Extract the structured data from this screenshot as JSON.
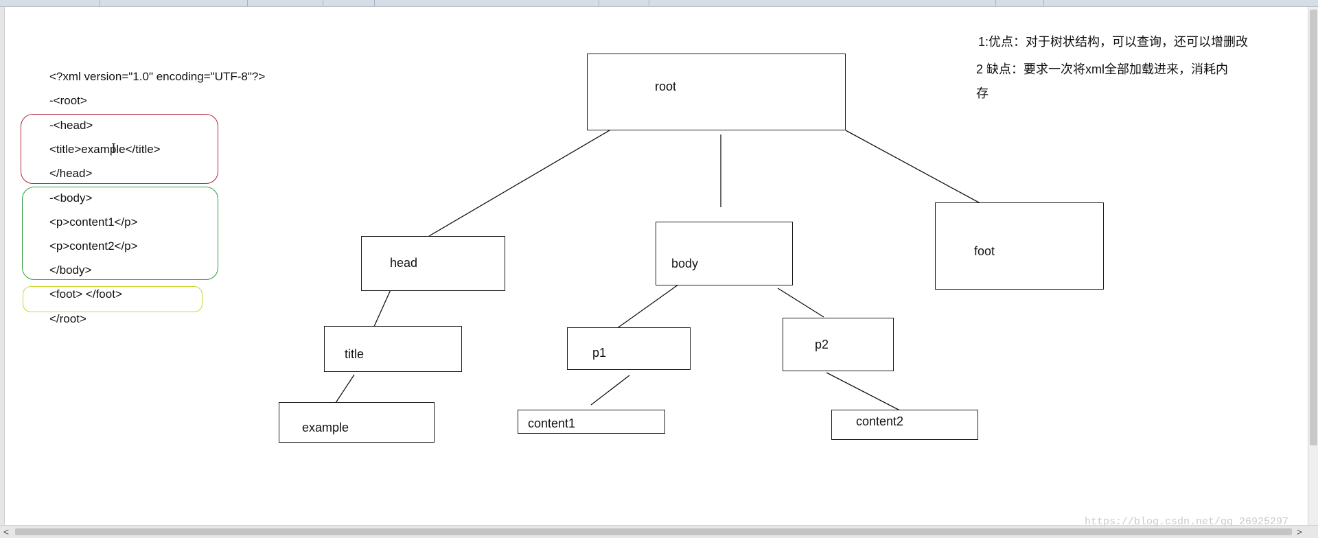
{
  "xml_code": {
    "lines": [
      "<?xml version=\"1.0\" encoding=\"UTF-8\"?>",
      "-<root>",
      "-<head>",
      "<title>example</title>",
      "</head>",
      "-<body>",
      "<p>content1</p>",
      "<p>content2</p>",
      "</body>",
      "<foot> </foot>",
      "</root>"
    ]
  },
  "groups": {
    "head_color": "#b22234",
    "body_color": "#2e9a3a",
    "foot_color": "#c8d630"
  },
  "tree": {
    "root": "root",
    "head": "head",
    "body": "body",
    "foot": "foot",
    "title": "title",
    "example": "example",
    "p1": "p1",
    "p2": "p2",
    "content1": "content1",
    "content2": "content2"
  },
  "notes": {
    "line1": "1:优点：对于树状结构，可以查询，还可以增删改",
    "line2": "2 缺点：要求一次将xml全部加载进来，消耗内",
    "line3": "存"
  },
  "watermark": "https://blog.csdn.net/qq_26925297",
  "scrollbar": {
    "left_arrow": "<",
    "right_arrow": ">"
  }
}
